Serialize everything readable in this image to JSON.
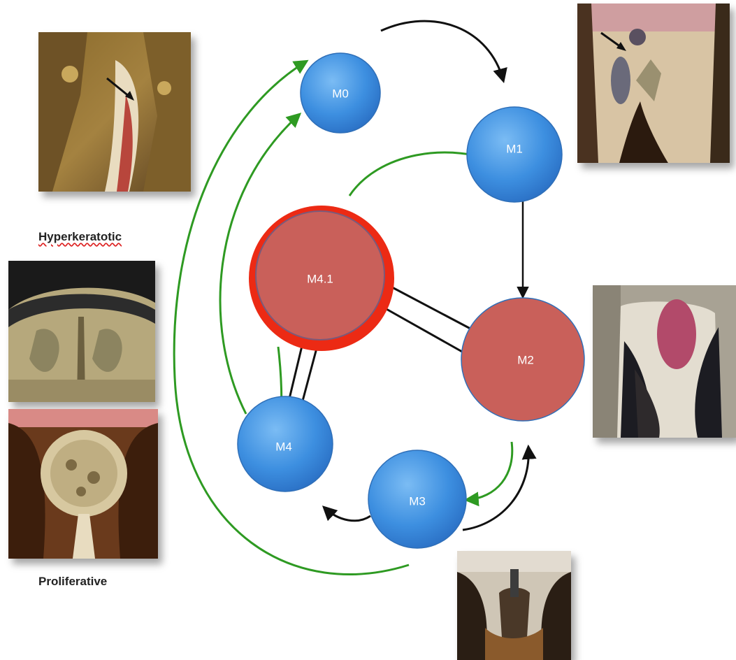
{
  "captions": {
    "hyperkeratotic": "Hyperkeratotic",
    "proliferative": "Proliferative"
  },
  "nodes": {
    "m0": "M0",
    "m1": "M1",
    "m2": "M2",
    "m3": "M3",
    "m4": "M4",
    "m41": "M4.1"
  },
  "colors": {
    "blue_node": "#3d8fe0",
    "red_node": "#c9605a",
    "red_ring": "#ec2a14",
    "green_arrow": "#2e9a22",
    "black_arrow": "#111111"
  },
  "photos": [
    {
      "name": "lesion-photo-hyperkeratotic-claw",
      "icon": "hoof-lesion-image"
    },
    {
      "name": "lesion-photo-m1",
      "icon": "hoof-lesion-image"
    },
    {
      "name": "lesion-photo-hyperkeratotic-heel",
      "icon": "hoof-lesion-image"
    },
    {
      "name": "lesion-photo-proliferative",
      "icon": "hoof-lesion-image"
    },
    {
      "name": "lesion-photo-m2",
      "icon": "hoof-lesion-image"
    },
    {
      "name": "lesion-photo-m3",
      "icon": "hoof-lesion-image"
    }
  ]
}
